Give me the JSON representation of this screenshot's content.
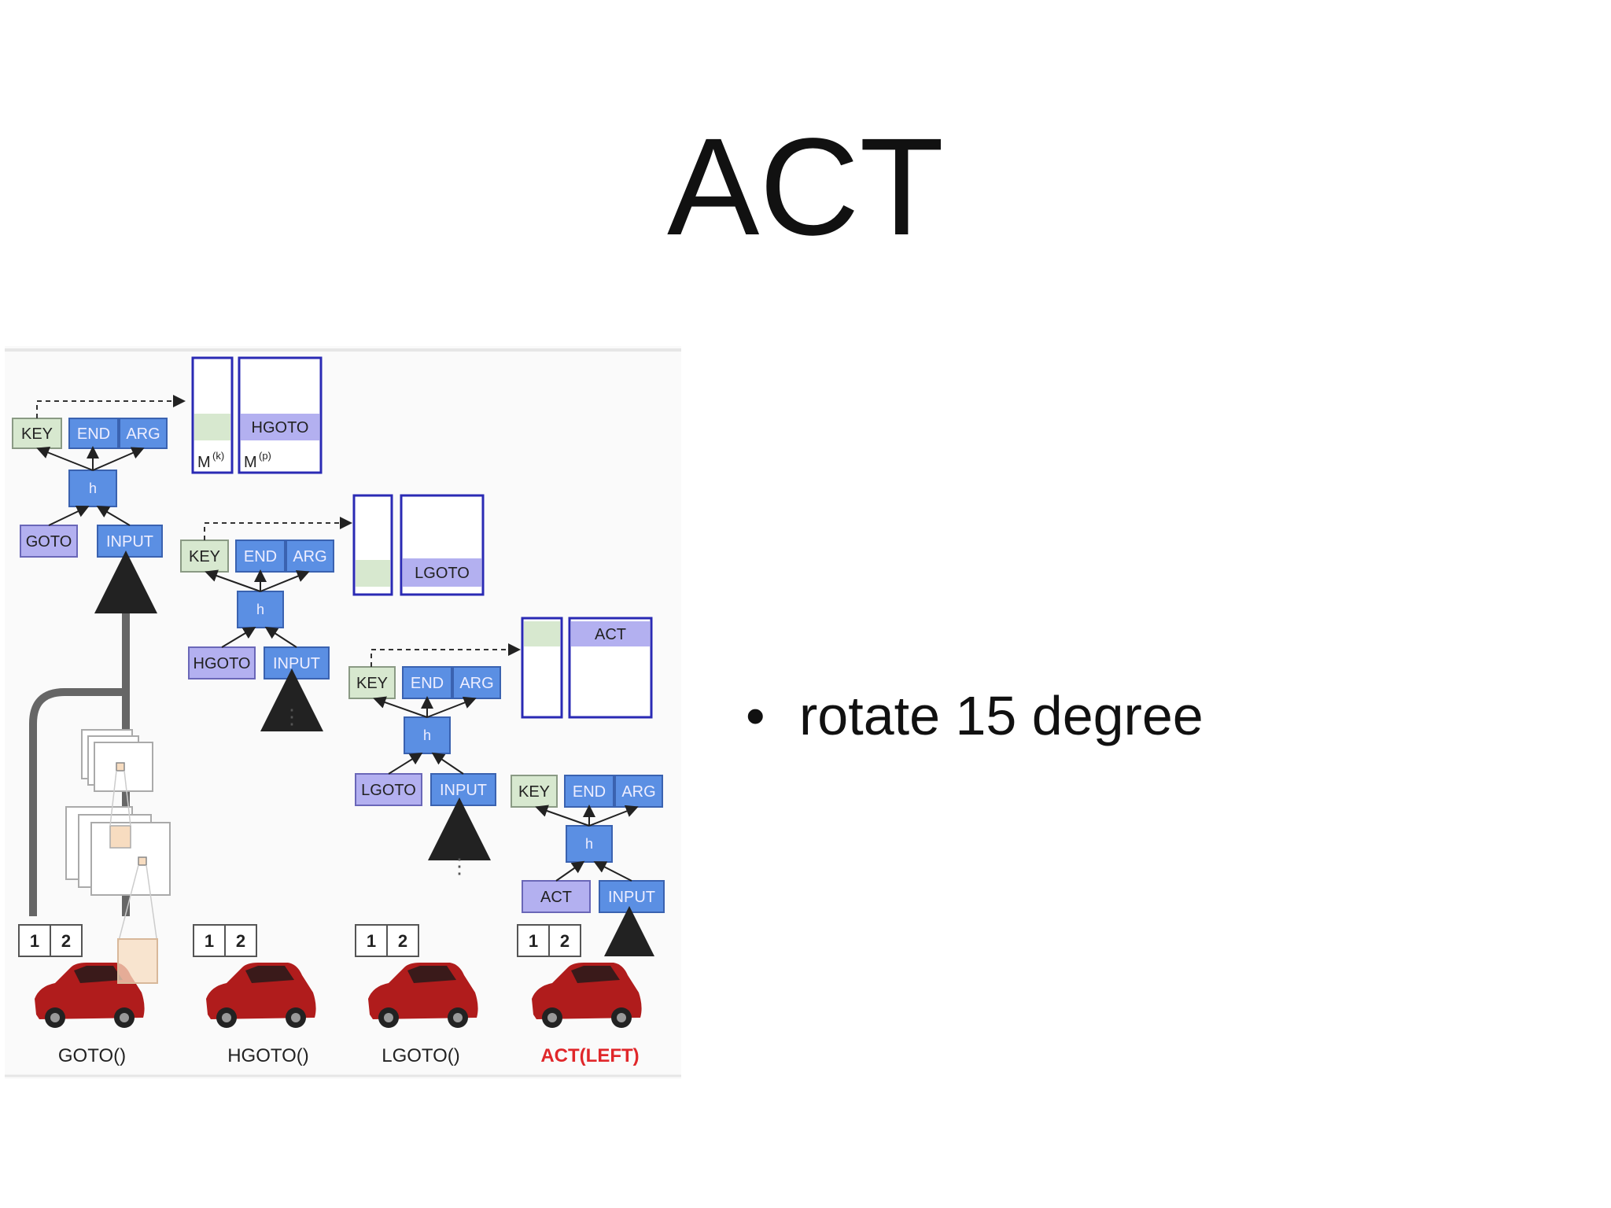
{
  "title": "ACT",
  "bullets": [
    "rotate 15 degree"
  ],
  "colors": {
    "green_box": "#d7e8cf",
    "blue_box": "#5b8fe3",
    "purple_box": "#b3b0f0",
    "memory_border": "#2a2ab4",
    "act_call_red": "#e0272a",
    "car_red": "#b01c1c"
  },
  "diagram": {
    "panels": [
      {
        "outputs": [
          "KEY",
          "END",
          "ARG"
        ],
        "hidden": "h",
        "inputs": [
          "GOTO",
          "INPUT"
        ],
        "memory_k_label": "M",
        "memory_k_sup": "(k)",
        "memory_p_label": "M",
        "memory_p_sup": "(p)",
        "memory_program": "HGOTO",
        "args": [
          "1",
          "2"
        ],
        "call": "GOTO()",
        "icons": [
          "cnn-feature-maps-icon",
          "car-icon"
        ]
      },
      {
        "outputs": [
          "KEY",
          "END",
          "ARG"
        ],
        "hidden": "h",
        "inputs": [
          "HGOTO",
          "INPUT"
        ],
        "memory_program": "LGOTO",
        "args": [
          "1",
          "2"
        ],
        "call": "HGOTO()",
        "icons": [
          "car-icon",
          "ellipsis-icon"
        ]
      },
      {
        "outputs": [
          "KEY",
          "END",
          "ARG"
        ],
        "hidden": "h",
        "inputs": [
          "LGOTO",
          "INPUT"
        ],
        "memory_program": "ACT",
        "args": [
          "1",
          "2"
        ],
        "call": "LGOTO()",
        "icons": [
          "car-icon",
          "ellipsis-icon"
        ]
      },
      {
        "outputs": [
          "KEY",
          "END",
          "ARG"
        ],
        "hidden": "h",
        "inputs": [
          "ACT",
          "INPUT"
        ],
        "args": [
          "1",
          "2"
        ],
        "call": "ACT(LEFT)",
        "icons": [
          "car-icon"
        ]
      }
    ]
  }
}
